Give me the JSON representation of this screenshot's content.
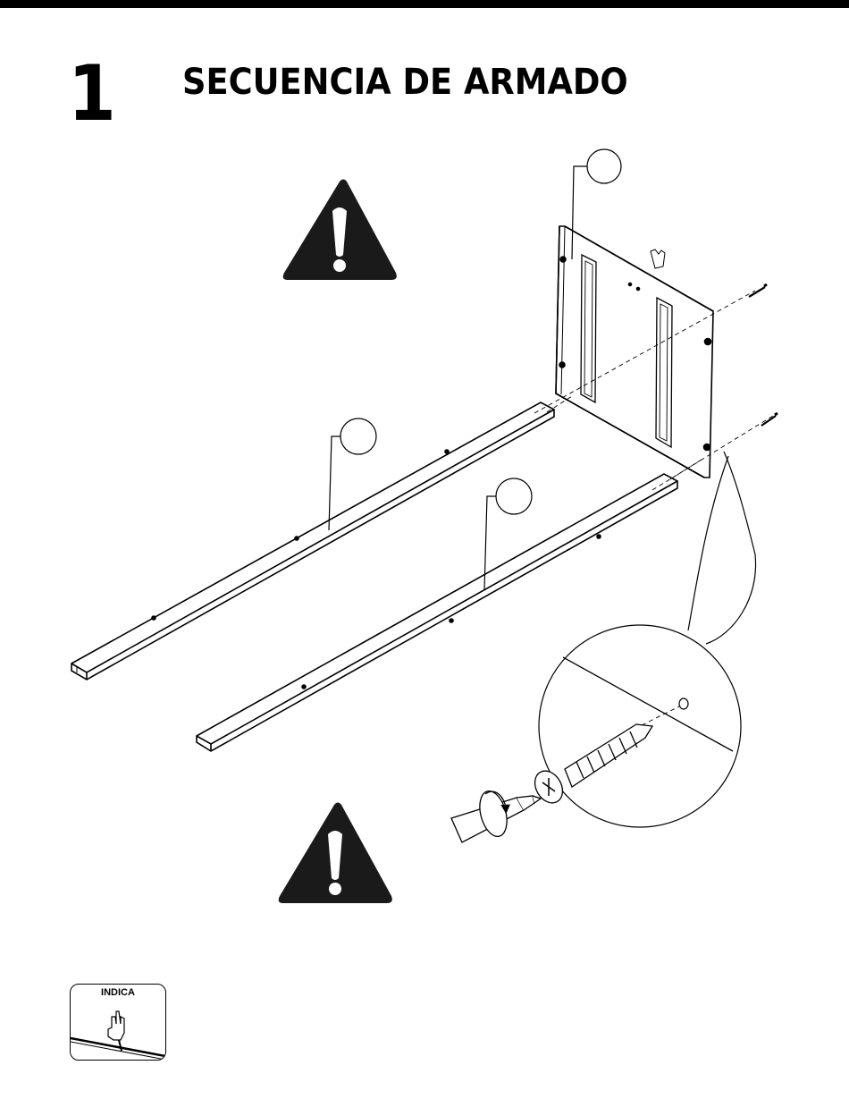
{
  "step": {
    "number": "1",
    "title": "SECUENCIA DE ARMADO"
  },
  "legend": {
    "label": "INDICA"
  },
  "icons": {
    "warning": "warning-triangle-icon",
    "hand": "pointing-hand-icon",
    "rotation": "rotate-clockwise-icon"
  }
}
